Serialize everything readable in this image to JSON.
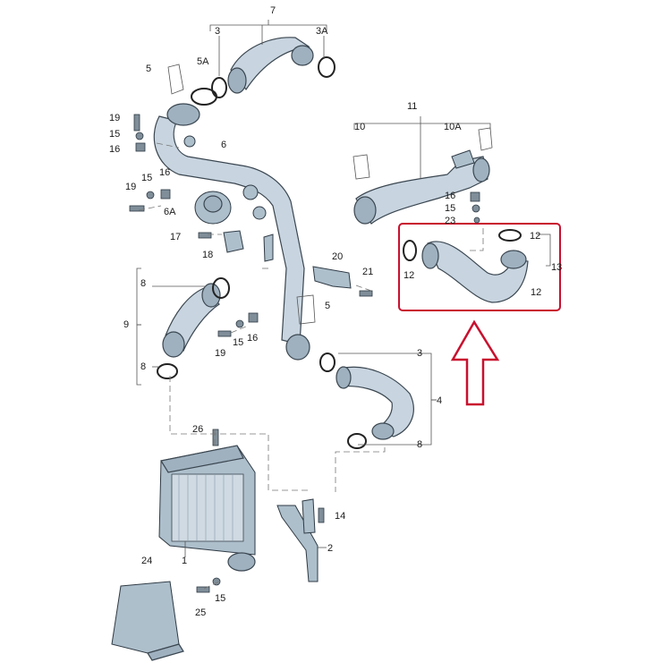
{
  "title": "",
  "colors": {
    "hose_fill": "#c8d5e0",
    "outline": "#3a4650",
    "highlight": "#c8102e"
  },
  "labels": {
    "l1": "1",
    "l2": "2",
    "l3a": "3",
    "l3b": "3",
    "l3A": "3A",
    "l4": "4",
    "l5a": "5",
    "l5b": "5",
    "l5A": "5A",
    "l6": "6",
    "l6A": "6A",
    "l7": "7",
    "l8a": "8",
    "l8b": "8",
    "l8c": "8",
    "l9": "9",
    "l10": "10",
    "l10A": "10A",
    "l11": "11",
    "l12a": "12",
    "l12b": "12",
    "l12c": "12",
    "l13": "13",
    "l14": "14",
    "l15a": "15",
    "l15b": "15",
    "l15c": "15",
    "l15d": "15",
    "l15e": "15",
    "l16a": "16",
    "l16b": "16",
    "l16c": "16",
    "l16d": "16",
    "l17": "17",
    "l18": "18",
    "l19a": "19",
    "l19b": "19",
    "l19c": "19",
    "l20": "20",
    "l21": "21",
    "l23": "23",
    "l24": "24",
    "l25": "25",
    "l26": "26"
  }
}
